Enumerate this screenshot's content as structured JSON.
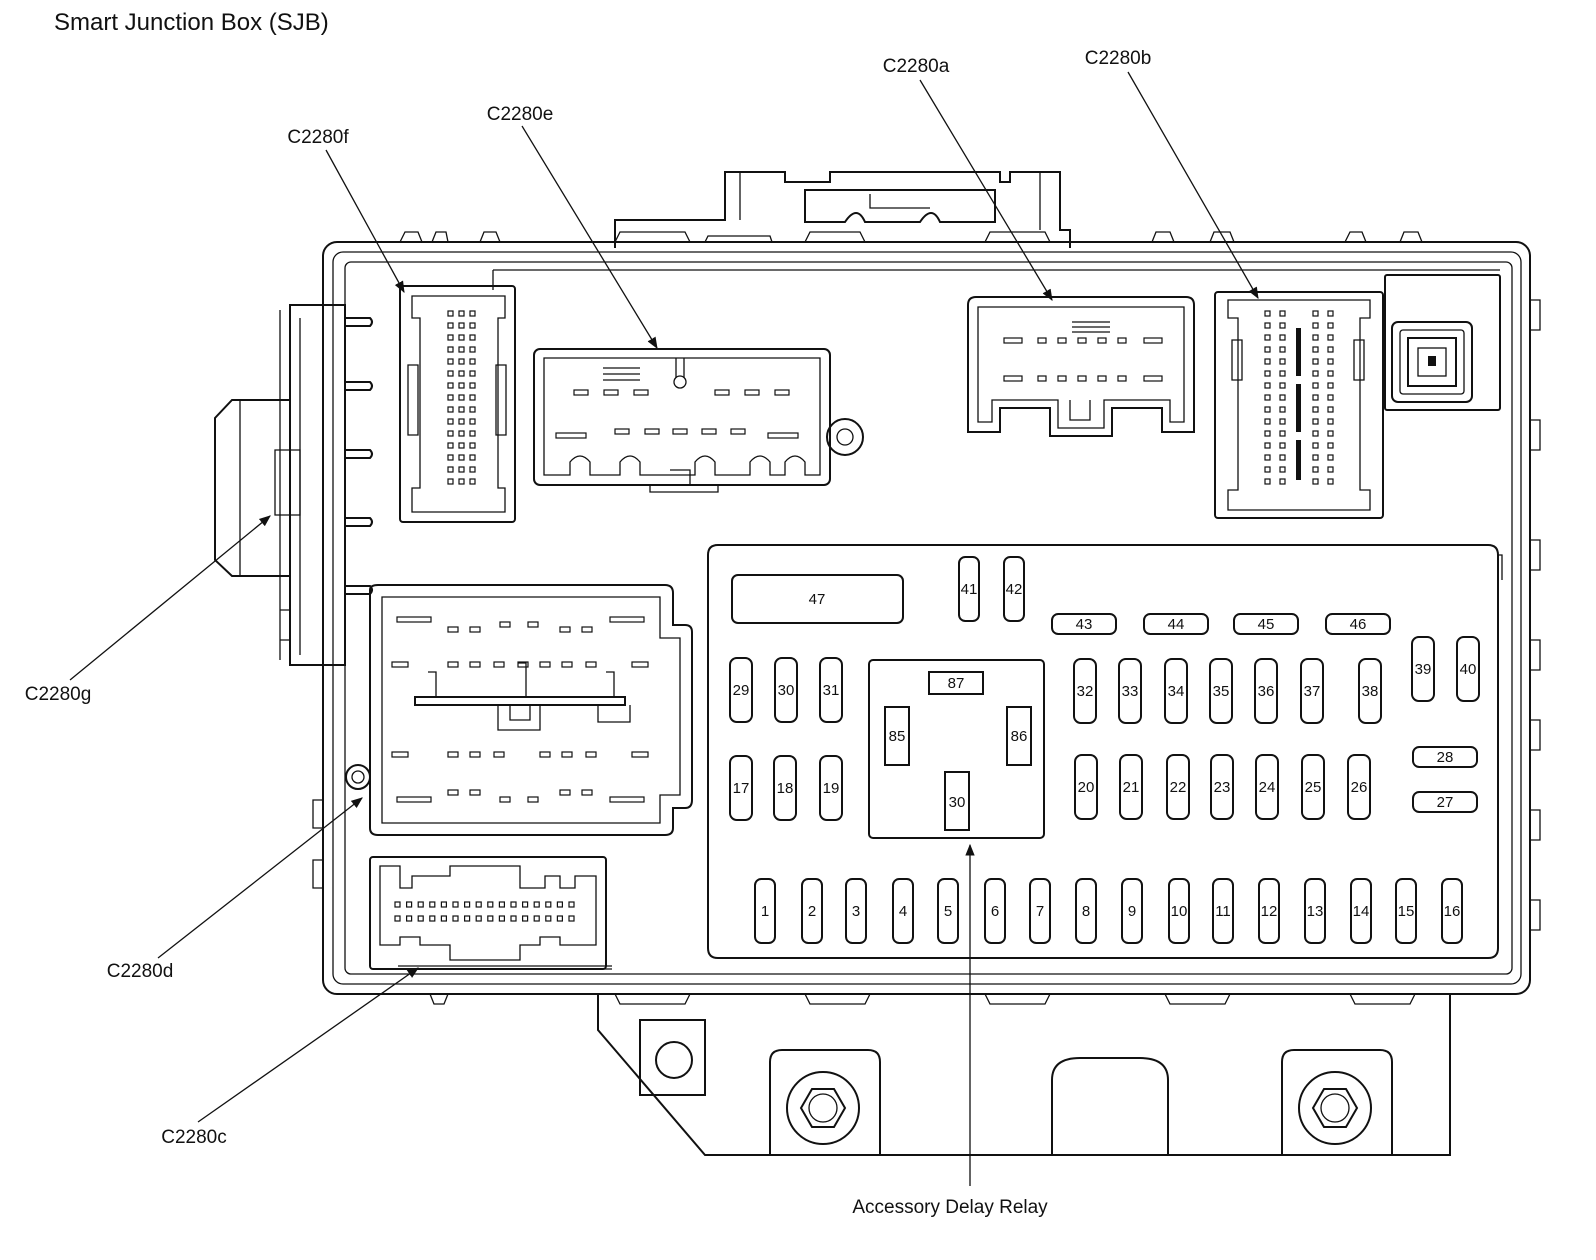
{
  "title": "Smart Junction Box (SJB)",
  "connectors": {
    "c2280a": "C2280a",
    "c2280b": "C2280b",
    "c2280c": "C2280c",
    "c2280d": "C2280d",
    "c2280e": "C2280e",
    "c2280f": "C2280f",
    "c2280g": "C2280g"
  },
  "relay": {
    "label": "Accessory Delay Relay",
    "pins": {
      "p87": "87",
      "p85": "85",
      "p86": "86",
      "p30": "30"
    }
  },
  "fuses": {
    "f1": "1",
    "f2": "2",
    "f3": "3",
    "f4": "4",
    "f5": "5",
    "f6": "6",
    "f7": "7",
    "f8": "8",
    "f9": "9",
    "f10": "10",
    "f11": "11",
    "f12": "12",
    "f13": "13",
    "f14": "14",
    "f15": "15",
    "f16": "16",
    "f17": "17",
    "f18": "18",
    "f19": "19",
    "f20": "20",
    "f21": "21",
    "f22": "22",
    "f23": "23",
    "f24": "24",
    "f25": "25",
    "f26": "26",
    "f27": "27",
    "f28": "28",
    "f29": "29",
    "f30": "30",
    "f31": "31",
    "f32": "32",
    "f33": "33",
    "f34": "34",
    "f35": "35",
    "f36": "36",
    "f37": "37",
    "f38": "38",
    "f39": "39",
    "f40": "40",
    "f41": "41",
    "f42": "42",
    "f43": "43",
    "f44": "44",
    "f45": "45",
    "f46": "46",
    "f47": "47"
  }
}
